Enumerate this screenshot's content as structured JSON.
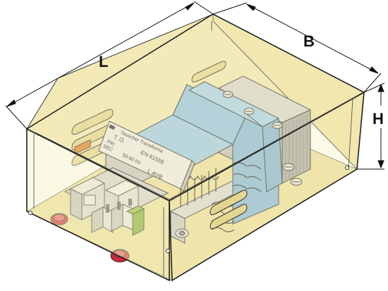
{
  "dimensions": {
    "length_label": "L",
    "width_label": "B",
    "height_label": "H"
  },
  "nameplate": {
    "manufacturer": "Tauscher Transforma",
    "line1": "T. O.",
    "norm": "EN 61558",
    "pri_label": "PRI",
    "sec_label": "SEC",
    "frequency": "50-60 Hz",
    "class": "L 40/B"
  },
  "colors": {
    "enclosure_fill": "#f6efc0",
    "enclosure_edge": "#2a2a2a",
    "coil_blue": "#8fc3e6",
    "core_gray": "#b9b9b9",
    "terminal_green": "#8cbd3a",
    "terminal_orange": "#e07d2a",
    "gland_red": "#d2263a"
  }
}
